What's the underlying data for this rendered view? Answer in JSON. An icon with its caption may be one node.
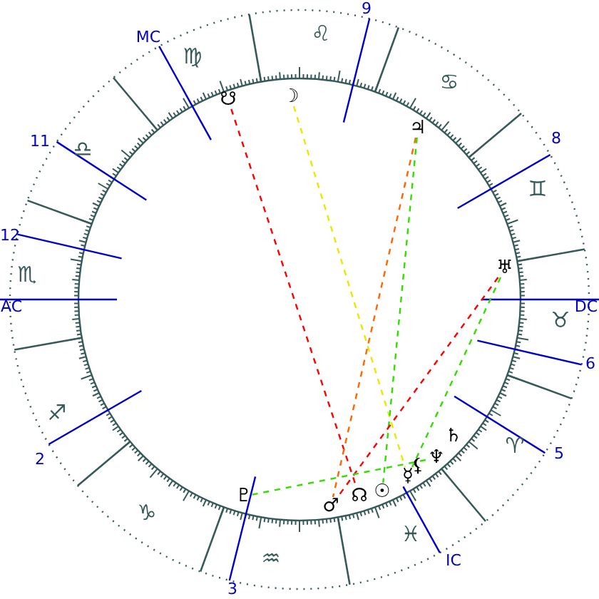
{
  "diagram": {
    "nodes": [
      {
        "text": [
          "☋"
        ]
      },
      {
        "text": [
          "☽"
        ]
      },
      {
        "text": [
          "♃"
        ]
      },
      {
        "text": [
          "♅"
        ]
      },
      {
        "text": [
          "♆"
        ]
      },
      {
        "text": [
          "☿"
        ]
      },
      {
        "text": [
          "☉"
        ]
      },
      {
        "text": [
          "☊"
        ]
      },
      {
        "text": [
          "♂"
        ]
      },
      {
        "text": [
          "♇"
        ]
      }
    ],
    "edges": [
      {
        "from": 0,
        "to": 7,
        "arrow": "none",
        "style": "dashed",
        "color": "#ff0000"
      },
      {
        "from": 1,
        "to": 5,
        "arrow": "none",
        "style": "dashed",
        "color": "#e8e800"
      },
      {
        "from": 2,
        "to": 8,
        "arrow": "none",
        "style": "dashed",
        "color": "#ff6600"
      },
      {
        "from": 2,
        "to": 6,
        "arrow": "none",
        "style": "dashed",
        "color": "#33dd00"
      },
      {
        "from": 3,
        "to": 8,
        "arrow": "none",
        "style": "dashed",
        "color": "#ff0000"
      },
      {
        "from": 3,
        "to": 5,
        "arrow": "none",
        "style": "dashed",
        "color": "#33dd00"
      },
      {
        "from": 9,
        "to": 4,
        "arrow": "none",
        "style": "dashed",
        "color": "#33dd00"
      }
    ],
    "labels": [
      "9",
      "MC",
      "♍",
      "♌",
      "♋",
      "8",
      "♊",
      "11",
      "♎",
      "12",
      "♏",
      "AC",
      "DC",
      "♉",
      "6",
      "♐",
      "♄",
      "⚸",
      "♈",
      "2",
      "5",
      "♑",
      "♓",
      "♒",
      "IC",
      "3"
    ]
  }
}
